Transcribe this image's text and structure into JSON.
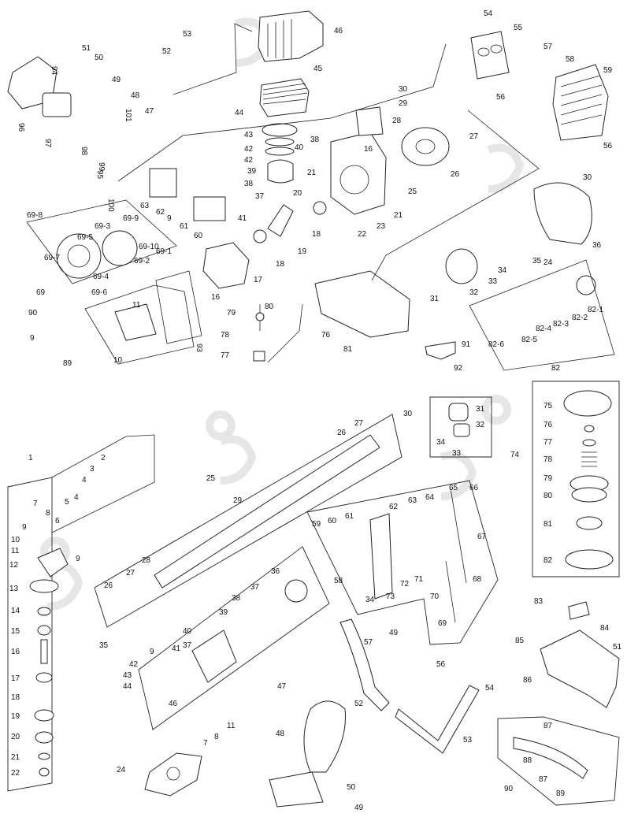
{
  "colors": {
    "ink": "#222222",
    "watermark": "#e6e6e6",
    "background": "#ffffff"
  },
  "labels": [
    {
      "id": "e51",
      "text": "51"
    },
    {
      "id": "e50",
      "text": "50"
    },
    {
      "id": "e53",
      "text": "53"
    },
    {
      "id": "e52",
      "text": "52"
    },
    {
      "id": "e46",
      "text": "46"
    },
    {
      "id": "e54",
      "text": "54"
    },
    {
      "id": "e55",
      "text": "55"
    },
    {
      "id": "e57",
      "text": "57"
    },
    {
      "id": "e58",
      "text": "58"
    },
    {
      "id": "e59",
      "text": "59"
    },
    {
      "id": "e94",
      "text": "94"
    },
    {
      "id": "e49",
      "text": "49"
    },
    {
      "id": "e48",
      "text": "48"
    },
    {
      "id": "e47",
      "text": "47"
    },
    {
      "id": "e45",
      "text": "45"
    },
    {
      "id": "e44",
      "text": "44"
    },
    {
      "id": "e30a",
      "text": "30"
    },
    {
      "id": "e29",
      "text": "29"
    },
    {
      "id": "e28",
      "text": "28"
    },
    {
      "id": "e56a",
      "text": "56"
    },
    {
      "id": "e56b",
      "text": "56"
    },
    {
      "id": "e43",
      "text": "43"
    },
    {
      "id": "e42a",
      "text": "42"
    },
    {
      "id": "e42b",
      "text": "42"
    },
    {
      "id": "e40",
      "text": "40"
    },
    {
      "id": "e38a",
      "text": "38"
    },
    {
      "id": "e39",
      "text": "39"
    },
    {
      "id": "e38b",
      "text": "38"
    },
    {
      "id": "e27",
      "text": "27"
    },
    {
      "id": "e16a",
      "text": "16"
    },
    {
      "id": "e26",
      "text": "26"
    },
    {
      "id": "e21a",
      "text": "21"
    },
    {
      "id": "e25",
      "text": "25"
    },
    {
      "id": "e30b",
      "text": "30"
    },
    {
      "id": "e37",
      "text": "37"
    },
    {
      "id": "e20",
      "text": "20"
    },
    {
      "id": "e21b",
      "text": "21"
    },
    {
      "id": "e22",
      "text": "22"
    },
    {
      "id": "e23",
      "text": "23"
    },
    {
      "id": "e18a",
      "text": "18"
    },
    {
      "id": "e36",
      "text": "36"
    },
    {
      "id": "e41",
      "text": "41"
    },
    {
      "id": "e60",
      "text": "60"
    },
    {
      "id": "e61",
      "text": "61"
    },
    {
      "id": "e62",
      "text": "62"
    },
    {
      "id": "e63",
      "text": "63"
    },
    {
      "id": "e9a",
      "text": "9"
    },
    {
      "id": "e18b",
      "text": "18"
    },
    {
      "id": "e19",
      "text": "19"
    },
    {
      "id": "e17",
      "text": "17"
    },
    {
      "id": "e16b",
      "text": "16"
    },
    {
      "id": "e35",
      "text": "35"
    },
    {
      "id": "e24",
      "text": "24"
    },
    {
      "id": "e34",
      "text": "34"
    },
    {
      "id": "e33",
      "text": "33"
    },
    {
      "id": "e31",
      "text": "31"
    },
    {
      "id": "e32",
      "text": "32"
    },
    {
      "id": "e82-1",
      "text": "82-1"
    },
    {
      "id": "e82-2",
      "text": "82-2"
    },
    {
      "id": "e82-3",
      "text": "82-3"
    },
    {
      "id": "e82-4",
      "text": "82-4"
    },
    {
      "id": "e82-5",
      "text": "82-5"
    },
    {
      "id": "e82-6",
      "text": "82-6"
    },
    {
      "id": "e82",
      "text": "82"
    },
    {
      "id": "e91",
      "text": "91"
    },
    {
      "id": "e92",
      "text": "92"
    },
    {
      "id": "e80",
      "text": "80"
    },
    {
      "id": "e79",
      "text": "79"
    },
    {
      "id": "e78",
      "text": "78"
    },
    {
      "id": "e77",
      "text": "77"
    },
    {
      "id": "e76",
      "text": "76"
    },
    {
      "id": "e81",
      "text": "81"
    },
    {
      "id": "e69-8",
      "text": "69-8"
    },
    {
      "id": "e69-3",
      "text": "69-3"
    },
    {
      "id": "e69-9",
      "text": "69-9"
    },
    {
      "id": "e69-5",
      "text": "69-5"
    },
    {
      "id": "e69-10",
      "text": "69-10"
    },
    {
      "id": "e69-1",
      "text": "69-1"
    },
    {
      "id": "e69-7",
      "text": "69-7"
    },
    {
      "id": "e69-2",
      "text": "69-2"
    },
    {
      "id": "e69-4",
      "text": "69-4"
    },
    {
      "id": "e69-6",
      "text": "69-6"
    },
    {
      "id": "e69",
      "text": "69"
    },
    {
      "id": "e90",
      "text": "90"
    },
    {
      "id": "e9b",
      "text": "9"
    },
    {
      "id": "e89",
      "text": "89"
    },
    {
      "id": "e11",
      "text": "11"
    },
    {
      "id": "e10",
      "text": "10"
    },
    {
      "id": "e93",
      "text": "93"
    },
    {
      "id": "e101",
      "text": "101"
    },
    {
      "id": "e97",
      "text": "97"
    },
    {
      "id": "e98",
      "text": "98"
    },
    {
      "id": "e99",
      "text": "99"
    },
    {
      "id": "e96",
      "text": "96"
    },
    {
      "id": "e95",
      "text": "95"
    },
    {
      "id": "e100",
      "text": "100"
    }
  ],
  "shaft_labels": [
    {
      "id": "s1",
      "text": "1"
    },
    {
      "id": "s2",
      "text": "2"
    },
    {
      "id": "s3",
      "text": "3"
    },
    {
      "id": "s4a",
      "text": "4"
    },
    {
      "id": "s4b",
      "text": "4"
    },
    {
      "id": "s5",
      "text": "5"
    },
    {
      "id": "s6",
      "text": "6"
    },
    {
      "id": "s7a",
      "text": "7"
    },
    {
      "id": "s8a",
      "text": "8"
    },
    {
      "id": "s9a",
      "text": "9"
    },
    {
      "id": "s10",
      "text": "10"
    },
    {
      "id": "s11a",
      "text": "11"
    },
    {
      "id": "s12",
      "text": "12"
    },
    {
      "id": "s9b",
      "text": "9"
    },
    {
      "id": "s13",
      "text": "13"
    },
    {
      "id": "s14",
      "text": "14"
    },
    {
      "id": "s15",
      "text": "15"
    },
    {
      "id": "s16",
      "text": "16"
    },
    {
      "id": "s17",
      "text": "17"
    },
    {
      "id": "s18",
      "text": "18"
    },
    {
      "id": "s19",
      "text": "19"
    },
    {
      "id": "s20",
      "text": "20"
    },
    {
      "id": "s21",
      "text": "21"
    },
    {
      "id": "s22",
      "text": "22"
    },
    {
      "id": "s24",
      "text": "24"
    },
    {
      "id": "s25",
      "text": "25"
    },
    {
      "id": "s29",
      "text": "29"
    },
    {
      "id": "s26a",
      "text": "26"
    },
    {
      "id": "s27a",
      "text": "27"
    },
    {
      "id": "s28",
      "text": "28"
    },
    {
      "id": "s27b",
      "text": "27"
    },
    {
      "id": "s26b",
      "text": "26"
    },
    {
      "id": "s36",
      "text": "36"
    },
    {
      "id": "s38",
      "text": "38"
    },
    {
      "id": "s37a",
      "text": "37"
    },
    {
      "id": "s39",
      "text": "39"
    },
    {
      "id": "s40",
      "text": "40"
    },
    {
      "id": "s35",
      "text": "35"
    },
    {
      "id": "s41",
      "text": "41"
    },
    {
      "id": "s37b",
      "text": "37"
    },
    {
      "id": "s9c",
      "text": "9"
    },
    {
      "id": "s42",
      "text": "42"
    },
    {
      "id": "s43",
      "text": "43"
    },
    {
      "id": "s44",
      "text": "44"
    },
    {
      "id": "s46",
      "text": "46"
    },
    {
      "id": "s11b",
      "text": "11"
    },
    {
      "id": "s8b",
      "text": "8"
    },
    {
      "id": "s7b",
      "text": "7"
    },
    {
      "id": "s47",
      "text": "47"
    },
    {
      "id": "s48",
      "text": "48"
    },
    {
      "id": "s30",
      "text": "30"
    },
    {
      "id": "s31",
      "text": "31"
    },
    {
      "id": "s32",
      "text": "32"
    },
    {
      "id": "s34a",
      "text": "34"
    },
    {
      "id": "s33",
      "text": "33"
    },
    {
      "id": "s59",
      "text": "59"
    },
    {
      "id": "s60",
      "text": "60"
    },
    {
      "id": "s61",
      "text": "61"
    },
    {
      "id": "s62",
      "text": "62"
    },
    {
      "id": "s63",
      "text": "63"
    },
    {
      "id": "s64",
      "text": "64"
    },
    {
      "id": "s65",
      "text": "65"
    },
    {
      "id": "s66",
      "text": "66"
    },
    {
      "id": "s67",
      "text": "67"
    },
    {
      "id": "s58",
      "text": "58"
    },
    {
      "id": "s72",
      "text": "72"
    },
    {
      "id": "s71",
      "text": "71"
    },
    {
      "id": "s68",
      "text": "68"
    },
    {
      "id": "s34b",
      "text": "34"
    },
    {
      "id": "s73",
      "text": "73"
    },
    {
      "id": "s70",
      "text": "70"
    },
    {
      "id": "s69",
      "text": "69"
    },
    {
      "id": "s57",
      "text": "57"
    },
    {
      "id": "s49a",
      "text": "49"
    },
    {
      "id": "s56",
      "text": "56"
    },
    {
      "id": "s52",
      "text": "52"
    },
    {
      "id": "s54",
      "text": "54"
    },
    {
      "id": "s53",
      "text": "53"
    },
    {
      "id": "s50",
      "text": "50"
    },
    {
      "id": "s49b",
      "text": "49"
    },
    {
      "id": "s75",
      "text": "75"
    },
    {
      "id": "s76",
      "text": "76"
    },
    {
      "id": "s77",
      "text": "77"
    },
    {
      "id": "s74",
      "text": "74"
    },
    {
      "id": "s78",
      "text": "78"
    },
    {
      "id": "s79",
      "text": "79"
    },
    {
      "id": "s80",
      "text": "80"
    },
    {
      "id": "s81",
      "text": "81"
    },
    {
      "id": "s82",
      "text": "82"
    },
    {
      "id": "s83",
      "text": "83"
    },
    {
      "id": "s84",
      "text": "84"
    },
    {
      "id": "s85",
      "text": "85"
    },
    {
      "id": "s51",
      "text": "51"
    },
    {
      "id": "s86",
      "text": "86"
    },
    {
      "id": "s87a",
      "text": "87"
    },
    {
      "id": "s88",
      "text": "88"
    },
    {
      "id": "s90",
      "text": "90"
    },
    {
      "id": "s87b",
      "text": "87"
    },
    {
      "id": "s89",
      "text": "89"
    }
  ]
}
